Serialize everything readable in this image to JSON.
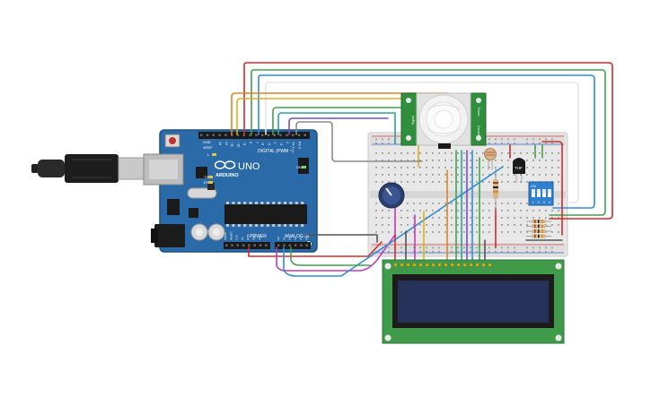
{
  "board": {
    "logo": "ARDUINO",
    "model": "UNO",
    "digital_label": "DIGITAL (PWM ~)",
    "power_label": "POWER",
    "analog_label": "ANALOG IN",
    "aref": "AREF",
    "gnd": "GND",
    "tx": "TX",
    "rx": "RX",
    "l": "L",
    "on": "ON",
    "digital_pins": [
      "13",
      "12",
      "~11",
      "~10",
      "~9",
      "8",
      "7",
      "~6",
      "~5",
      "4",
      "~3",
      "2",
      "TX 1",
      "RX 0"
    ],
    "power_pins": [
      "IOREF",
      "RESET",
      "3.3V",
      "5V",
      "GND",
      "GND",
      "Vin"
    ],
    "analog_pins": [
      "A0",
      "A1",
      "A2",
      "A3",
      "A4",
      "A5"
    ]
  },
  "pir": {
    "pin_labels": [
      "Signal",
      "Power",
      "Ground"
    ]
  },
  "thermistor": {
    "label": "THF"
  },
  "dip_switch": {
    "label": "ON",
    "positions": [
      "1",
      "2",
      "3",
      "4"
    ]
  },
  "colors": {
    "wire_red": "#d42b2b",
    "wire_green": "#3fa34d",
    "wire_orange": "#e0841a",
    "wire_yellow": "#d8b21c",
    "wire_blue": "#2f8fd6",
    "wire_purple": "#7d4cc2",
    "wire_magenta": "#c83ab8",
    "wire_gray": "#8c8c8c",
    "wire_white": "#e6e6e6",
    "board_blue": "#2b6aa8",
    "lcd_green": "#3f9a4a",
    "lcd_screen": "#26325a",
    "pir_pcb": "#2f8f3c",
    "dip_blue": "#2f7fd0"
  }
}
